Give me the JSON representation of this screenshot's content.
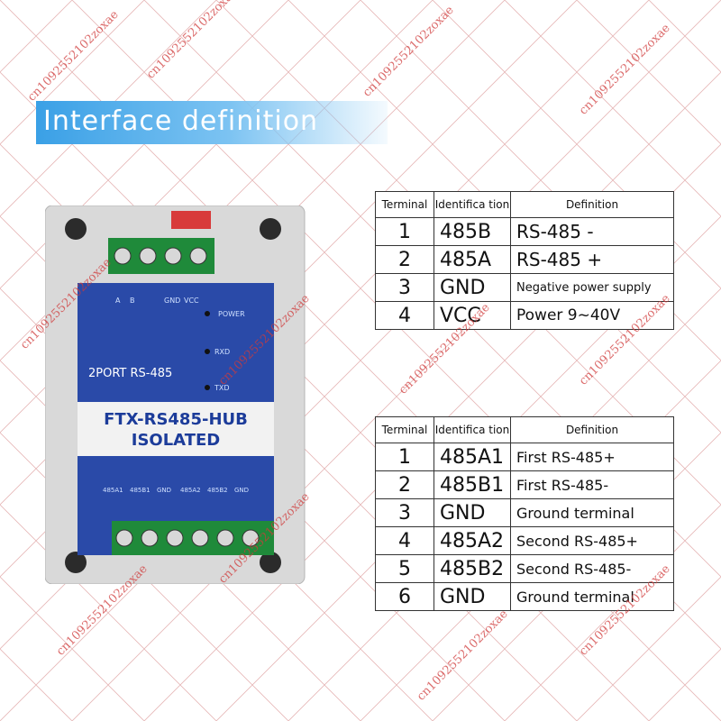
{
  "banner": {
    "title": "Interface definition"
  },
  "device": {
    "model_line1": "FTX-RS485-HUB",
    "model_line2": "ISOLATED",
    "port_label": "2PORT  RS-485",
    "leds": [
      "POWER",
      "RXD",
      "TXD"
    ],
    "top_labels": [
      "A",
      "B",
      "GND",
      "VCC"
    ],
    "bottom_labels": [
      "485A1",
      "485B1",
      "GND",
      "485A2",
      "485B2",
      "GND"
    ],
    "colors": {
      "body": "#d6d6d6",
      "panel": "#2a4aa8",
      "terminal": "#1f8a3a"
    }
  },
  "table1": {
    "headers": [
      "Terminal",
      "Identifica tion",
      "Definition"
    ],
    "rows": [
      {
        "terminal": "1",
        "id": "485B",
        "definition": "RS-485 -"
      },
      {
        "terminal": "2",
        "id": "485A",
        "definition": "RS-485 +"
      },
      {
        "terminal": "3",
        "id": "GND",
        "definition": "Negative power supply"
      },
      {
        "terminal": "4",
        "id": "VCC",
        "definition": "Power 9~40V"
      }
    ]
  },
  "table2": {
    "headers": [
      "Terminal",
      "Identifica tion",
      "Definition"
    ],
    "rows": [
      {
        "terminal": "1",
        "id": "485A1",
        "definition": "First RS-485+"
      },
      {
        "terminal": "2",
        "id": "485B1",
        "definition": "First RS-485-"
      },
      {
        "terminal": "3",
        "id": "GND",
        "definition": "Ground terminal"
      },
      {
        "terminal": "4",
        "id": "485A2",
        "definition": "Second RS-485+"
      },
      {
        "terminal": "5",
        "id": "485B2",
        "definition": "Second RS-485-"
      },
      {
        "terminal": "6",
        "id": "GND",
        "definition": "Ground terminal"
      }
    ]
  },
  "watermark": {
    "text": "cn1092552102zoxae",
    "color": "#d03a3a"
  }
}
